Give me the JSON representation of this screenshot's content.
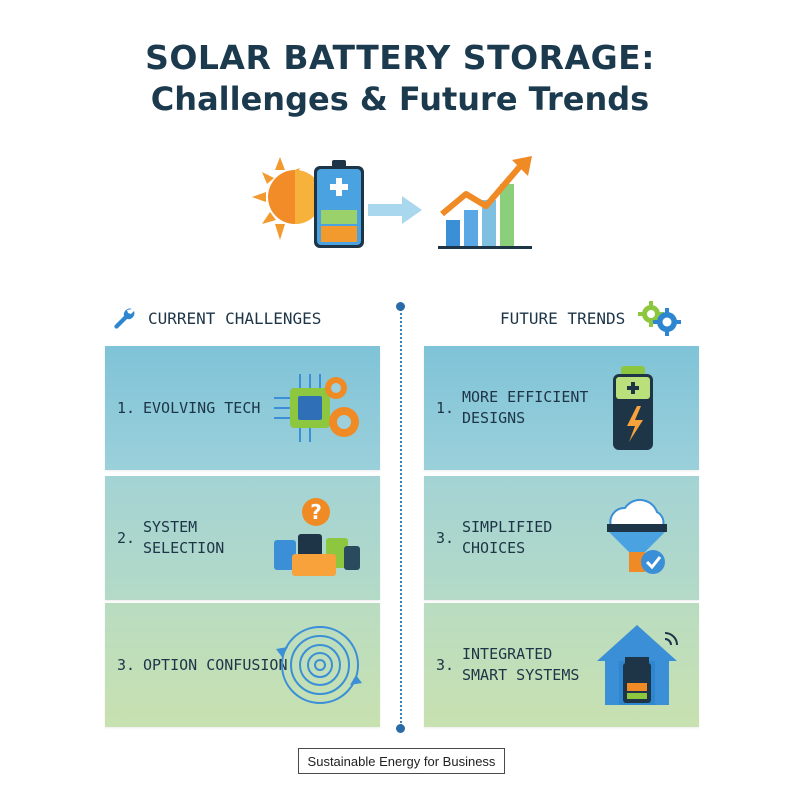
{
  "title": {
    "line1": "SOLAR BATTERY STORAGE:",
    "line2": "Challenges & Future Trends"
  },
  "hero": {
    "icons": [
      "sun-icon",
      "battery-icon",
      "arrow-right-icon",
      "growth-chart-icon"
    ]
  },
  "left_section": {
    "heading": "CURRENT CHALLENGES",
    "icon": "wrench-icon",
    "items": [
      {
        "number": "1.",
        "label": "EVOLVING TECH",
        "icon": "chip-gears-icon"
      },
      {
        "number": "2.",
        "label": "SYSTEM\nSELECTION",
        "icon": "battery-question-icon"
      },
      {
        "number": "3.",
        "label": "OPTION CONFUSION",
        "icon": "spiral-icon"
      }
    ]
  },
  "right_section": {
    "heading": "FUTURE TRENDS",
    "icon": "gears-icon",
    "items": [
      {
        "number": "1.",
        "label": "MORE EFFICIENT\nDESIGNS",
        "icon": "efficient-battery-icon"
      },
      {
        "number": "3.",
        "label": "SIMPLIFIED\nCHOICES",
        "icon": "funnel-check-icon"
      },
      {
        "number": "3.",
        "label": "INTEGRATED\nSMART SYSTEMS",
        "icon": "smart-home-icon"
      }
    ]
  },
  "footer": {
    "text": "Sustainable Energy for Business"
  },
  "colors": {
    "title": "#1c3a4e",
    "card_top": "#7fc3d8",
    "card_bottom": "#c8e1b0",
    "accent_orange": "#f08a24",
    "accent_blue": "#3b8fd6",
    "accent_green": "#7fbf5a"
  }
}
